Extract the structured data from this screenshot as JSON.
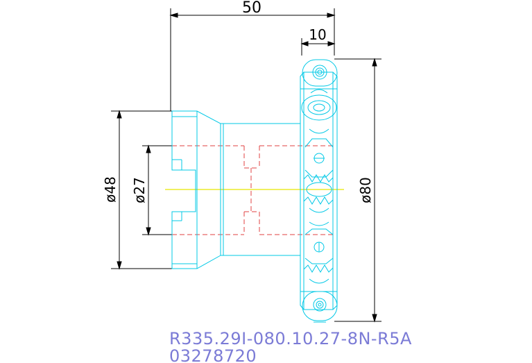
{
  "dimensions": {
    "overall_length": "50",
    "insert_width": "10",
    "hub_diameter": "ø48",
    "bore_diameter": "ø27",
    "cutter_diameter": "ø80"
  },
  "caption": {
    "part_number": "R335.29I-080.10.27-8N-R5A",
    "item_code": "03278720"
  },
  "colors": {
    "outline": "#00c8e6",
    "hidden": "#e04040",
    "centerline": "#e8e800",
    "dimension": "#000000",
    "caption": "#7b7bd6"
  }
}
